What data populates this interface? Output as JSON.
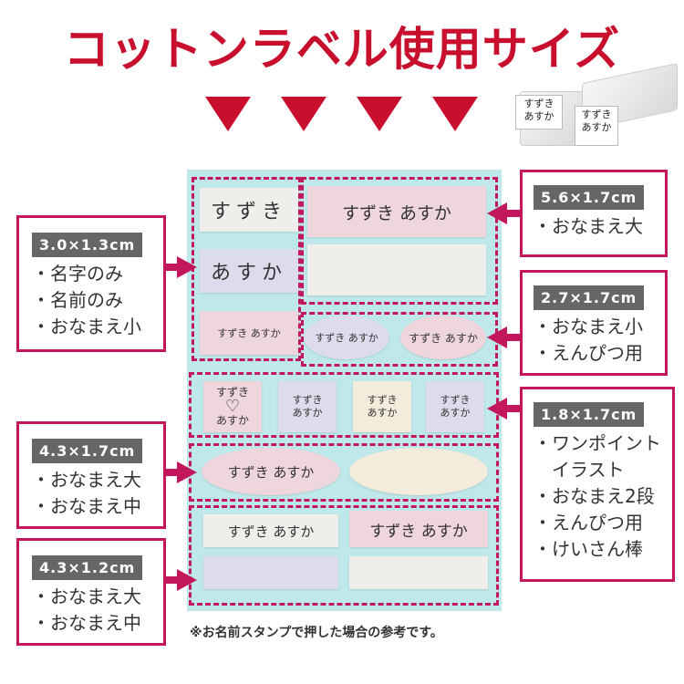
{
  "title": "コットンラベル使用サイズ",
  "stamp_text": {
    "left": [
      "すずき",
      "あすか"
    ],
    "right": [
      "すずき",
      "あすか"
    ]
  },
  "labels": {
    "sheet1_a": "すずき",
    "sheet1_b": "あすか",
    "sheet1_c": "すずき あすか",
    "big_pink": "すずき あすか",
    "oval_a": "すずき あすか",
    "oval_b": "すずき あすか",
    "small_a": [
      "すずき",
      "あすか"
    ],
    "small_b": [
      "すずき",
      "あすか"
    ],
    "small_c": [
      "すずき",
      "あすか"
    ],
    "small_d": [
      "すずき",
      "あすか"
    ],
    "mid_oval": "すずき あすか",
    "bottom_a": "すずき あすか",
    "bottom_b": "すずき あすか"
  },
  "callouts": {
    "c30": {
      "size": "3.0×1.3cm",
      "items": [
        "・名字のみ",
        "・名前のみ",
        "・おなまえ小"
      ]
    },
    "c56": {
      "size": "5.6×1.7cm",
      "items": [
        "・おなまえ大"
      ]
    },
    "c27": {
      "size": "2.7×1.7cm",
      "items": [
        "・おなまえ小",
        "・えんぴつ用"
      ]
    },
    "c18": {
      "size": "1.8×1.7cm",
      "items": [
        "・ワンポイント",
        "　イラスト",
        "・おなまえ2段",
        "・えんぴつ用",
        "・けいさん棒"
      ]
    },
    "c43a": {
      "size": "4.3×1.7cm",
      "items": [
        "・おなまえ大",
        "・おなまえ中"
      ]
    },
    "c43b": {
      "size": "4.3×1.2cm",
      "items": [
        "・おなまえ大",
        "・おなまえ中"
      ]
    }
  },
  "footnote": "※お名前スタンプで押した場合の参考です。",
  "colors": {
    "accent": "#c8102e",
    "dashed": "#c2185b",
    "sheet": "#bfe8ea"
  }
}
